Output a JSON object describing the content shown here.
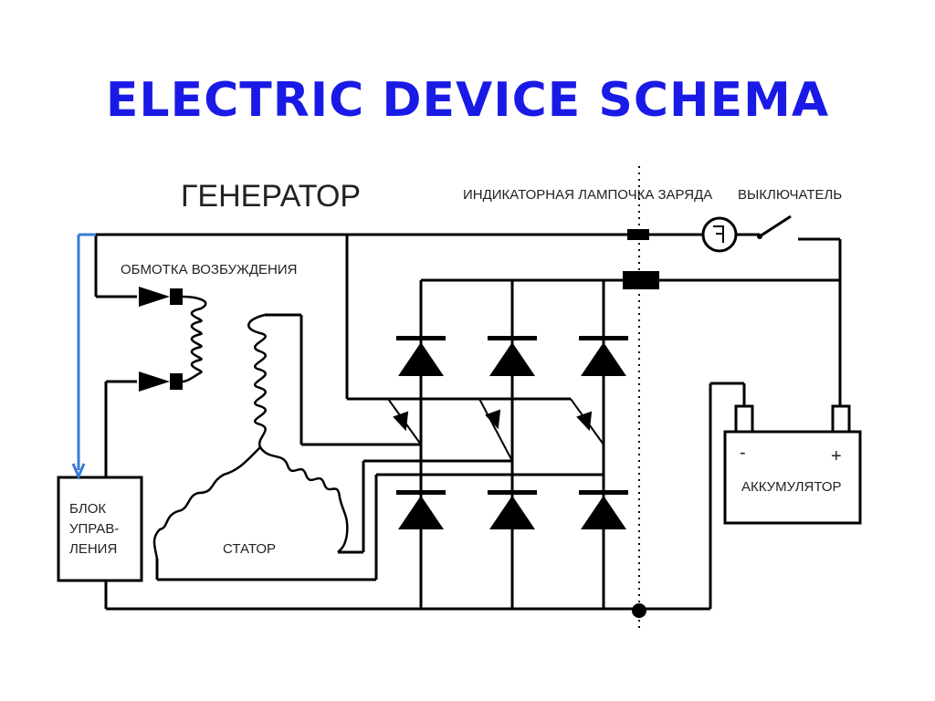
{
  "title": "ELECTRIC DEVICE SCHEMA",
  "labels": {
    "generator": "ГЕНЕРАТОР",
    "lamp": "ИНДИКАТОРНАЯ ЛАМПОЧКА ЗАРЯДА",
    "switch": "ВЫКЛЮЧАТЕЛЬ",
    "field_winding": "ОБМОТКА ВОЗБУЖДЕНИЯ",
    "stator": "СТАТОР",
    "control_line1": "БЛОК",
    "control_line2": "УПРАВ-",
    "control_line3": "ЛЕНИЯ",
    "battery": "АККУМУЛЯТОР",
    "minus": "-",
    "plus": "+"
  },
  "colors": {
    "title": "#1a1ae6",
    "wire": "#000000",
    "control_wire": "#3a7bd5"
  }
}
